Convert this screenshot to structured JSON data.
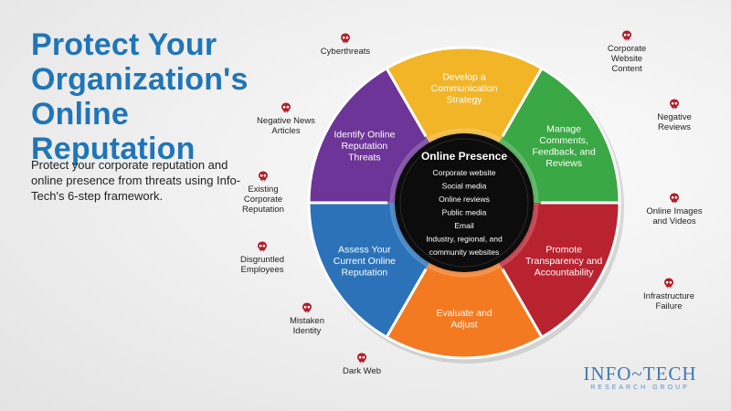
{
  "title": "Protect Your Organization's Online Reputation",
  "subtitle": "Protect your corporate reputation and online presence from threats using Info-Tech's 6-step framework.",
  "wheel": {
    "center_title": "Online Presence",
    "center_items": [
      "Corporate website",
      "Social media",
      "Online reviews",
      "Public media",
      "Email",
      "Industry, regional, and",
      "community websites"
    ],
    "segments": [
      {
        "lines": [
          "Develop a",
          "Communication",
          "Strategy"
        ],
        "color": "#f2b528"
      },
      {
        "lines": [
          "Manage",
          "Comments,",
          "Feedback, and",
          "Reviews"
        ],
        "color": "#3aa844"
      },
      {
        "lines": [
          "Promote",
          "Transparency and",
          "Accountability"
        ],
        "color": "#b9222f"
      },
      {
        "lines": [
          "Evaluate and",
          "Adjust"
        ],
        "color": "#f37a21"
      },
      {
        "lines": [
          "Assess Your",
          "Current Online",
          "Reputation"
        ],
        "color": "#2b72b9"
      },
      {
        "lines": [
          "Identify Online",
          "Reputation",
          "Threats"
        ],
        "color": "#6c3597"
      }
    ]
  },
  "threats": [
    {
      "label": "Cyberthreats"
    },
    {
      "label": "Corporate Website Content"
    },
    {
      "label": "Negative Reviews"
    },
    {
      "label": "Online Images and Videos"
    },
    {
      "label": "Infrastructure Failure"
    },
    {
      "label": "Dark Web"
    },
    {
      "label": "Mistaken Identity"
    },
    {
      "label": "Disgruntled Employees"
    },
    {
      "label": "Existing Corporate Reputation"
    },
    {
      "label": "Negative News Articles"
    }
  ],
  "logo": {
    "main": "INFO~TECH",
    "sub": "RESEARCH GROUP"
  },
  "colors": {
    "title": "#1f75b8",
    "skull": "#b3202a",
    "center": "#0c0c0c"
  },
  "icons": {
    "threat": "skull-icon"
  }
}
